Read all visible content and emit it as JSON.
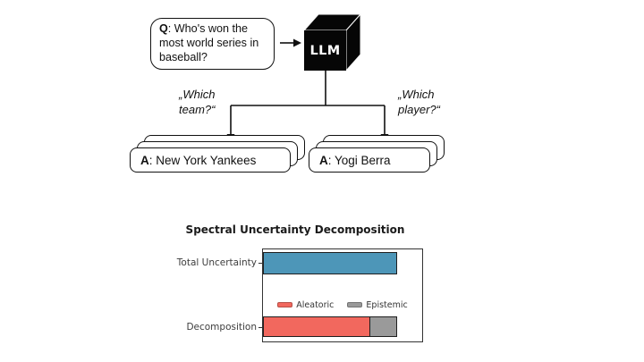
{
  "diagram": {
    "question": {
      "prefix": "Q",
      "text": ": Who's won the most world series in baseball?"
    },
    "llm_box": {
      "label": "LLM"
    },
    "branch_left": {
      "line1": "„Which",
      "line2": "team?“"
    },
    "branch_right": {
      "line1": "„Which",
      "line2": "player?“"
    },
    "answer_left": {
      "prefix": "A",
      "text": ": New York Yankees"
    },
    "answer_right": {
      "prefix": "A",
      "text": ": Yogi Berra"
    }
  },
  "chart": {
    "title": "Spectral Uncertainty Decomposition",
    "categories": [
      "Total Uncertainty",
      "Decomposition"
    ],
    "legend": [
      {
        "label": "Aleatoric",
        "color": "#f2685e"
      },
      {
        "label": "Epistemic",
        "color": "#9a9a9a"
      }
    ]
  },
  "chart_data": {
    "type": "bar",
    "orientation": "horizontal",
    "title": "Spectral Uncertainty Decomposition",
    "categories": [
      "Total Uncertainty",
      "Decomposition"
    ],
    "series": [
      {
        "name": "Total Uncertainty",
        "color": "#4d96b8",
        "values": [
          1.0,
          0
        ]
      },
      {
        "name": "Aleatoric",
        "color": "#f2685e",
        "values": [
          0,
          0.8
        ]
      },
      {
        "name": "Epistemic",
        "color": "#9a9a9a",
        "values": [
          0,
          0.2
        ]
      }
    ],
    "xlim": [
      0,
      1.19
    ],
    "grid": false,
    "x_axis_ticks_visible": false,
    "legend_position": "center-inside",
    "bar_edge_color": "#1f1f1f"
  }
}
